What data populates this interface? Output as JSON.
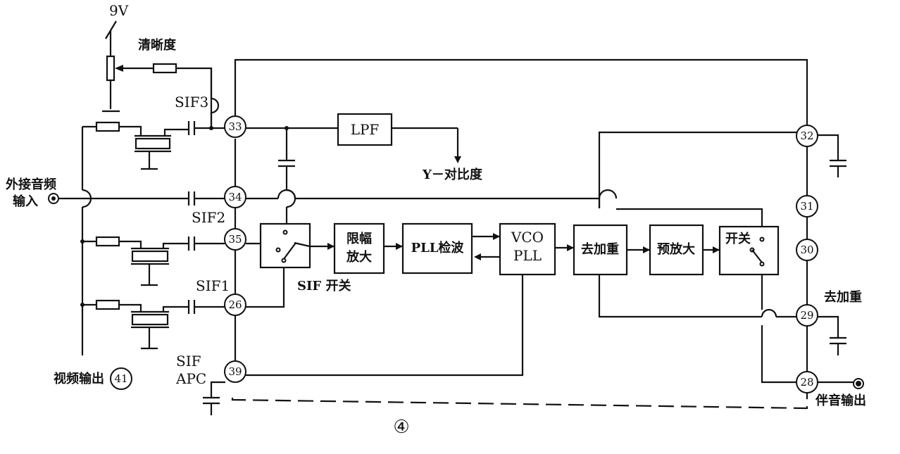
{
  "labels": {
    "supply": "9V",
    "sharpness": "清晰度",
    "sif3": "SIF3",
    "ext_audio_1": "外接音频",
    "ext_audio_2": "输入",
    "sif2": "SIF2",
    "sif1": "SIF1",
    "sif_apc_1": "SIF",
    "sif_apc_2": "APC",
    "video_out": "视频输出",
    "y_contrast": "Y－对比度",
    "sif_switch": "SIF  开关",
    "de_emphasis_pin": "去加重",
    "sound_out": "伴音输出",
    "figure_number": "④"
  },
  "blocks": {
    "lpf": "LPF",
    "limiter_1": "限幅",
    "limiter_2": "放大",
    "pll_detect": "PLL检波",
    "vco_1": "VCO",
    "vco_2": "PLL",
    "de_emphasis": "去加重",
    "preamp": "预放大",
    "switch": "开关"
  },
  "pins": {
    "p33": "33",
    "p34": "34",
    "p35": "35",
    "p26": "26",
    "p39": "39",
    "p41": "41",
    "p32": "32",
    "p31": "31",
    "p30": "30",
    "p29": "29",
    "p28": "28"
  }
}
